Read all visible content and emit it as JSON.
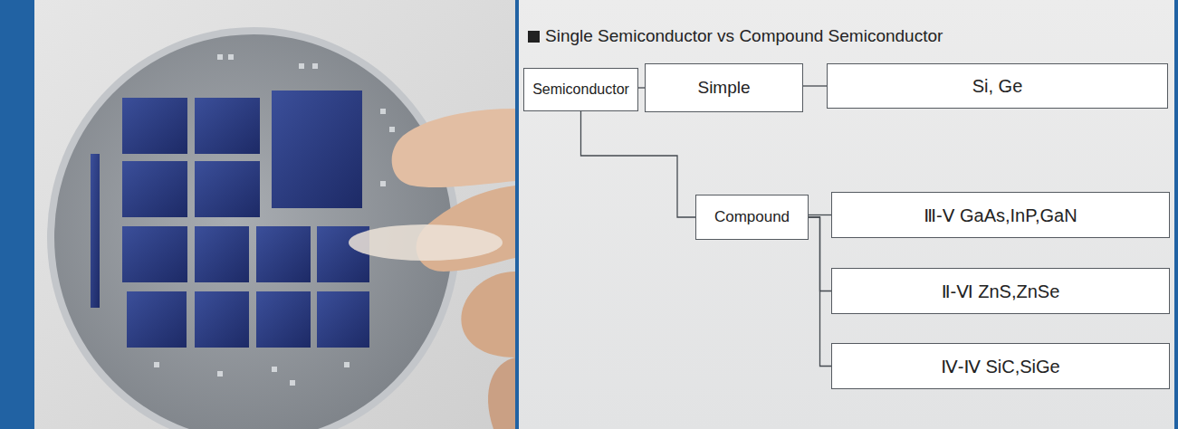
{
  "diagram": {
    "title": "Single Semiconductor vs Compound Semiconductor",
    "nodes": [
      {
        "text": [
          "Semiconductor"
        ]
      },
      {
        "text": [
          "Simple"
        ]
      },
      {
        "text": [
          "Si, Ge"
        ]
      },
      {
        "text": [
          "Compound"
        ]
      },
      {
        "text": [
          "Ⅲ-Ⅴ GaAs,InP,GaN"
        ]
      },
      {
        "text": [
          "Ⅱ-Ⅵ ZnS,ZnSe"
        ]
      },
      {
        "text": [
          "Ⅳ-Ⅳ SiC,SiGe"
        ]
      }
    ],
    "edges": [
      {
        "from": 0,
        "to": 1,
        "arrow": "none"
      },
      {
        "from": 0,
        "to": 3,
        "arrow": "none"
      },
      {
        "from": 1,
        "to": 2,
        "arrow": "none"
      },
      {
        "from": 3,
        "to": 4,
        "arrow": "none"
      },
      {
        "from": 3,
        "to": 5,
        "arrow": "none"
      },
      {
        "from": 3,
        "to": 6,
        "arrow": "none"
      }
    ]
  }
}
